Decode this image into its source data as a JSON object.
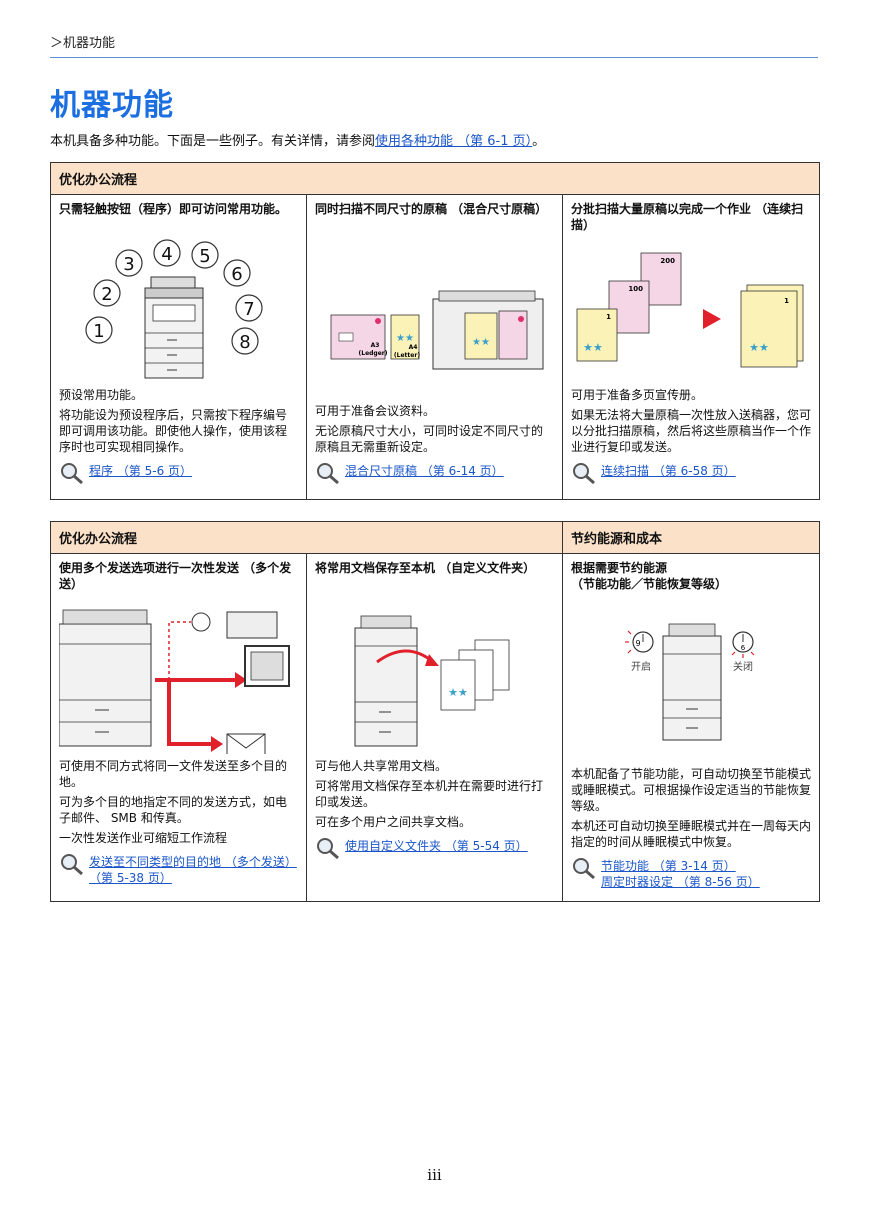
{
  "breadcrumb": "＞机器功能",
  "title": "机器功能",
  "intro": {
    "text": "本机具备多种功能。下面是一些例子。有关详情，请参阅",
    "link": "使用各种功能 （第 6-1 页）",
    "end": "。"
  },
  "table1": {
    "header": "优化办公流程",
    "cells": [
      {
        "title": "只需轻触按钮（程序）即可访问常用功能。",
        "paras": [
          "预设常用功能。",
          "将功能设为预设程序后，只需按下程序编号即可调用该功能。即使他人操作，使用该程序时也可实现相同操作。"
        ],
        "refs": [
          "程序 （第 5-6 页）"
        ],
        "bubbles": [
          "1",
          "2",
          "3",
          "4",
          "5",
          "6",
          "7",
          "8"
        ]
      },
      {
        "title": "同时扫描不同尺寸的原稿 （混合尺寸原稿）",
        "paras": [
          "可用于准备会议资料。",
          "无论原稿尺寸大小，可同时设定不同尺寸的原稿且无需重新设定。"
        ],
        "refs": [
          "混合尺寸原稿 （第 6-14 页）"
        ],
        "paper_labels": {
          "a3": "A3",
          "ledger": "(Ledger)",
          "a4": "A4",
          "letter": "(Letter)"
        }
      },
      {
        "title": "分批扫描大量原稿以完成一个作业 （连续扫描）",
        "paras": [
          "可用于准备多页宣传册。",
          "如果无法将大量原稿一次性放入送稿器，您可以分批扫描原稿，然后将这些原稿当作一个作业进行复印或发送。"
        ],
        "refs": [
          "连续扫描 （第 6-58 页）"
        ],
        "stack_labels": [
          "1",
          "100",
          "200",
          "1"
        ]
      }
    ]
  },
  "table2": {
    "header_left": "优化办公流程",
    "header_right": "节约能源和成本",
    "cells": [
      {
        "title": "使用多个发送选项进行一次性发送 （多个发送）",
        "paras": [
          "可使用不同方式将同一文件发送至多个目的地。",
          "可为多个目的地指定不同的发送方式，如电子邮件、 SMB 和传真。",
          "一次性发送作业可缩短工作流程"
        ],
        "refs": [
          "发送至不同类型的目的地 （多个发送）（第 5-38 页）"
        ]
      },
      {
        "title": "将常用文档保存至本机 （自定义文件夹）",
        "paras": [
          "可与他人共享常用文档。",
          "可将常用文档保存至本机并在需要时进行打印或发送。",
          "可在多个用户之间共享文档。"
        ],
        "refs": [
          "使用自定义文件夹 （第 5-54 页）"
        ]
      },
      {
        "title": "根据需要节约能源\n（节能功能／节能恢复等级）",
        "paras": [
          "本机配备了节能功能，可自动切换至节能模式或睡眠模式。可根据操作设定适当的节能恢复等级。",
          "本机还可自动切换至睡眠模式并在一周每天内指定的时间从睡眠模式中恢复。"
        ],
        "refs": [
          "节能功能 （第 3-14 页）",
          "周定时器设定 （第 8-56 页）"
        ],
        "on_label": "开启",
        "off_label": "关闭",
        "clock_on": "9",
        "clock_off": "6"
      }
    ]
  },
  "page_number": "iii",
  "colors": {
    "title_blue": "#1c6fe0",
    "header_fill": "#fbe1c8",
    "link_blue": "#1a56c9",
    "arrow_red": "#e0202a"
  }
}
